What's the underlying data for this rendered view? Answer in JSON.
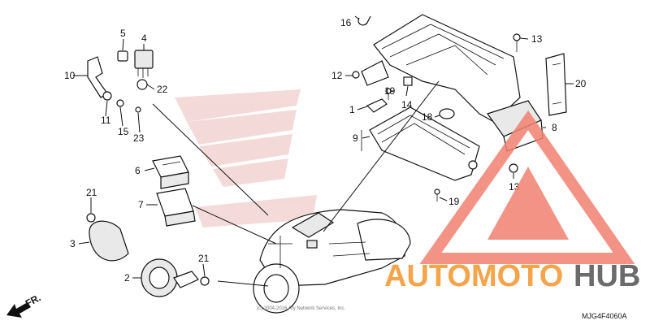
{
  "diagram": {
    "callouts": {
      "c1": "1",
      "c2": "2",
      "c3": "3",
      "c4": "4",
      "c5": "5",
      "c6": "6",
      "c7": "7",
      "c8": "8",
      "c9": "9",
      "c10": "10",
      "c11": "11",
      "c12": "12",
      "c13a": "13",
      "c13b": "13",
      "c14": "14",
      "c15": "15",
      "c16": "16",
      "c18": "18",
      "c19a": "19",
      "c19b": "19",
      "c20": "20",
      "c21a": "21",
      "c21b": "21",
      "c22": "22",
      "c23": "23"
    },
    "direction_label": "FR.",
    "figure_code": "MJG4F4060A",
    "copyright": "(c) 2004-2016 Ary Network Services, Inc."
  },
  "watermark": {
    "brand_part1": "AUTOMOTO",
    "brand_part2": "HUB",
    "colors": {
      "orange": "#f6a44a",
      "gray": "#6b6b6b",
      "red": "#f08070"
    }
  }
}
